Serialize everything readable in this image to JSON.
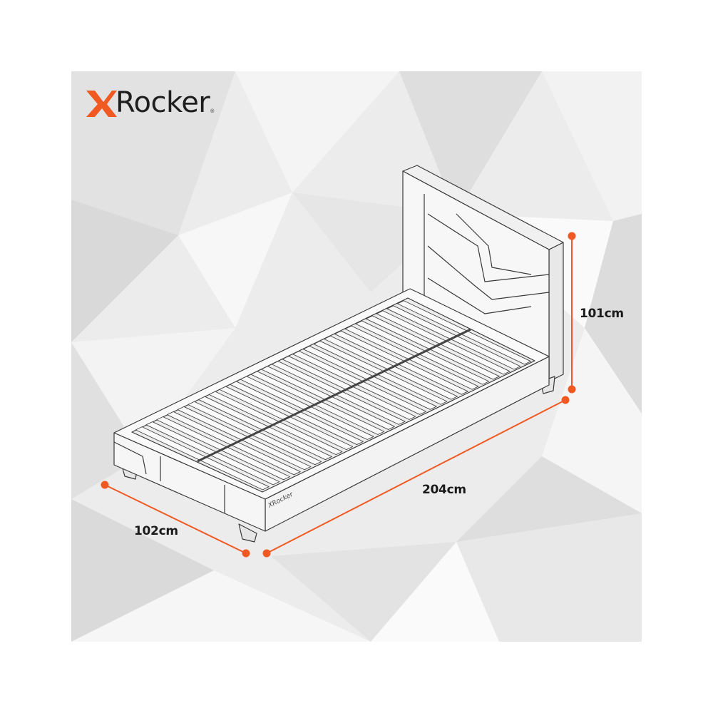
{
  "brand": {
    "name": "XRocker",
    "logo_text": "Rocker",
    "mark": "X",
    "accent": "#f05a22",
    "text_color": "#1e1e1e"
  },
  "bed_logo_text": "XRocker",
  "dimensions": {
    "height": "101cm",
    "length": "204cm",
    "width": "102cm"
  },
  "colors": {
    "dimension_line": "#f05a22",
    "outline": "#3a3a3a"
  }
}
